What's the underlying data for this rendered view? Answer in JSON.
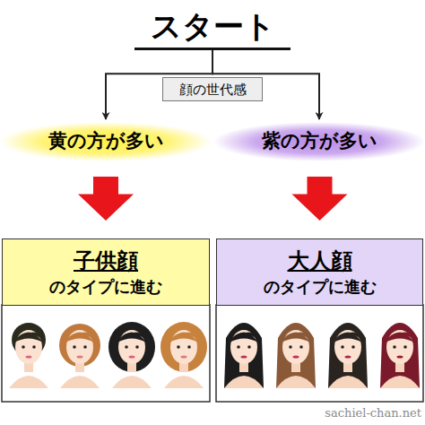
{
  "diagram": {
    "nodes": [
      {
        "text": [
          "スタート"
        ]
      },
      {
        "text": [
          "顔の世代感"
        ]
      },
      {
        "text": [
          "黄の方が多い"
        ]
      },
      {
        "text": [
          "紫の方が多い"
        ]
      },
      {
        "text": [
          "子供顔",
          "のタイプに進む"
        ]
      },
      {
        "text": [
          "大人顔",
          "のタイプに進む"
        ]
      }
    ],
    "edges": [
      {
        "from": 0,
        "to": 2,
        "arrow": "to"
      },
      {
        "from": 0,
        "to": 3,
        "arrow": "to"
      },
      {
        "from": 2,
        "to": 4,
        "arrow": "to"
      },
      {
        "from": 3,
        "to": 5,
        "arrow": "to"
      }
    ],
    "labels": [
      "sachiel-chan.net"
    ]
  }
}
